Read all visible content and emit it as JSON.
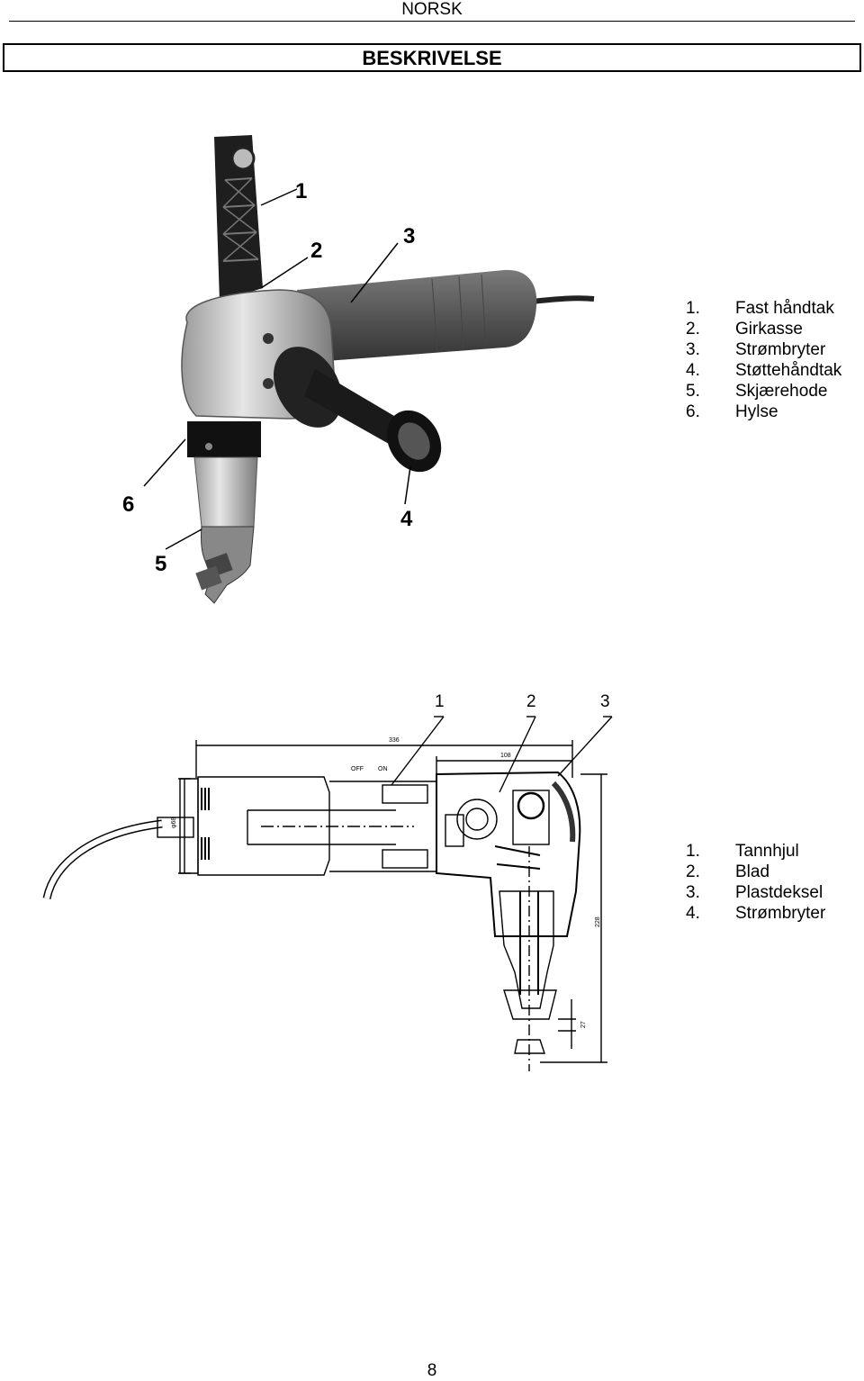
{
  "header": {
    "language": "NORSK"
  },
  "section_title": "BESKRIVELSE",
  "figure1": {
    "callouts": [
      "1",
      "2",
      "3",
      "4",
      "5",
      "6"
    ],
    "legend": [
      {
        "num": "1.",
        "label": "Fast håndtak"
      },
      {
        "num": "2.",
        "label": "Girkasse"
      },
      {
        "num": "3.",
        "label": "Strømbryter"
      },
      {
        "num": "4.",
        "label": "Støttehåndtak"
      },
      {
        "num": "5.",
        "label": "Skjærehode"
      },
      {
        "num": "6.",
        "label": "Hylse"
      }
    ]
  },
  "figure2": {
    "callouts": [
      "1",
      "2",
      "3"
    ],
    "dimensions": {
      "overall_length": "336",
      "head_length": "108",
      "height": "228",
      "small": "27",
      "diameter": "φ68"
    },
    "switch_labels": {
      "off": "OFF",
      "on": "ON"
    },
    "legend": [
      {
        "num": "1.",
        "label": "Tannhjul"
      },
      {
        "num": "2.",
        "label": "Blad"
      },
      {
        "num": "3.",
        "label": "Plastdeksel"
      },
      {
        "num": "4.",
        "label": "Strømbryter"
      }
    ]
  },
  "footer": {
    "page_number": "8"
  }
}
